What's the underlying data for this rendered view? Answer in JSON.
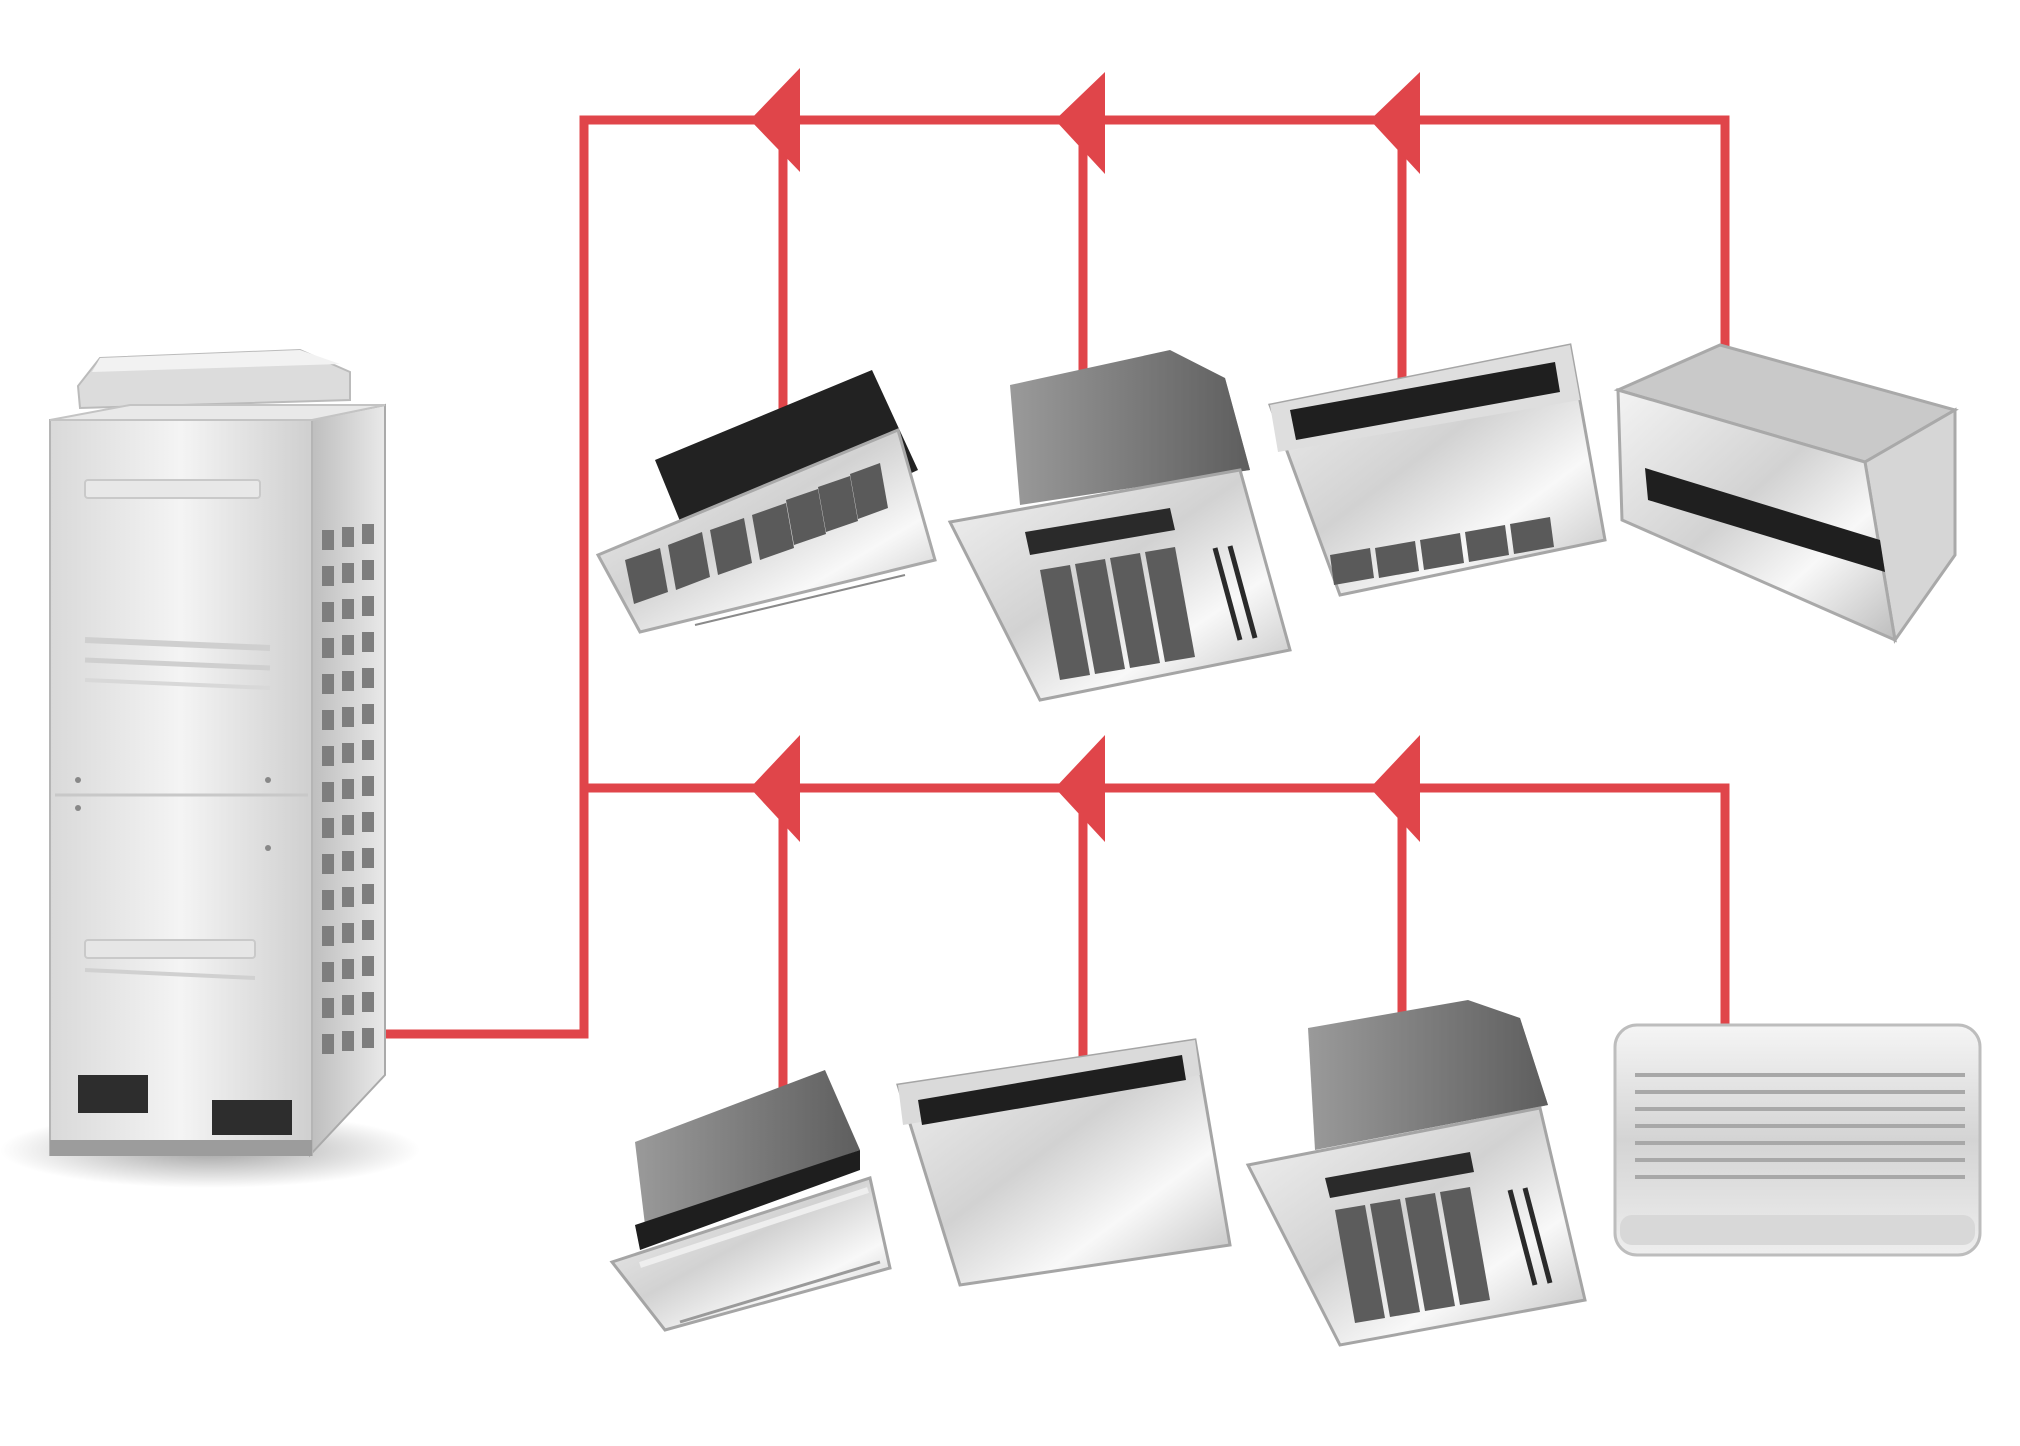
{
  "diagram": {
    "type": "VRF air-conditioning system",
    "colors": {
      "pipe": "#e0454a",
      "metal_light": "#e6e6e6",
      "metal_mid": "#b9b9b9",
      "metal_dark": "#6b6b6b",
      "grille": "#585858",
      "black": "#1f1f1f"
    },
    "outdoor_unit": {
      "name": "outdoor-unit"
    },
    "branches": [
      {
        "name": "upper-branch",
        "units": [
          {
            "name": "four-way-cassette-unit"
          },
          {
            "name": "ceiling-cassette-unit"
          },
          {
            "name": "ceiling-suspended-unit"
          },
          {
            "name": "ducted-unit"
          }
        ]
      },
      {
        "name": "lower-branch",
        "units": [
          {
            "name": "one-way-cassette-unit"
          },
          {
            "name": "slim-ceiling-unit"
          },
          {
            "name": "ceiling-cassette-unit-2"
          },
          {
            "name": "wall-mounted-unit"
          }
        ]
      }
    ],
    "flow_direction": "toward-outdoor-unit",
    "arrow_count": 6
  }
}
